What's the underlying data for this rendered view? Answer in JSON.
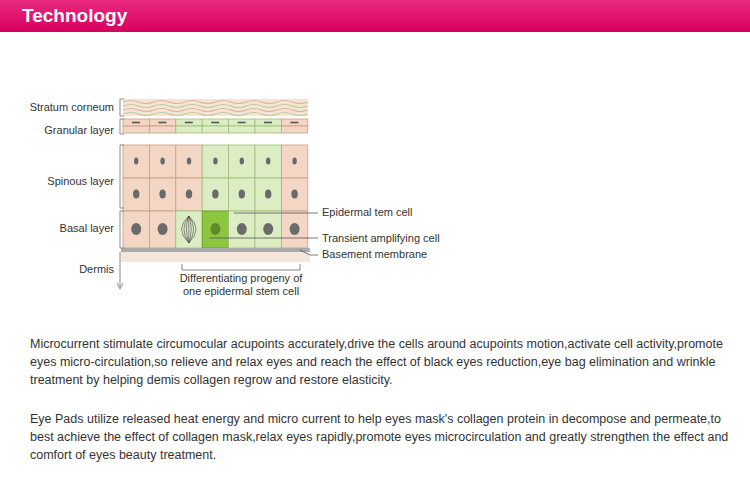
{
  "diagram": {
    "title": "Technology",
    "labels": [
      "Stratum corneum",
      "Granular layer",
      "Spinous layer",
      "Basal layer",
      "Dermis",
      "Epidermal tem cell",
      "Transient amplifying cell",
      "Basement membrane",
      "Differentiating progeny of one epidermal stem cell",
      "Microcurrent stimulate circumocular acupoints accurately,drive the cells around acupoints motion,activate cell activity,promote eyes micro-circulation,so relieve and relax eyes and reach the effect of black eyes reduction,eye bag elimination and wrinkle treatment by helping demis collagen regrow and restore elasticity.",
      "Eye Pads utilize released heat energy and micro current to help eyes mask's collagen protein in decompose and permeate,to best achieve the effect of collagen mask,relax eyes rapidly,promote eyes microcirculation and greatly strengthen the effect and comfort of eyes beauty treatment."
    ]
  }
}
